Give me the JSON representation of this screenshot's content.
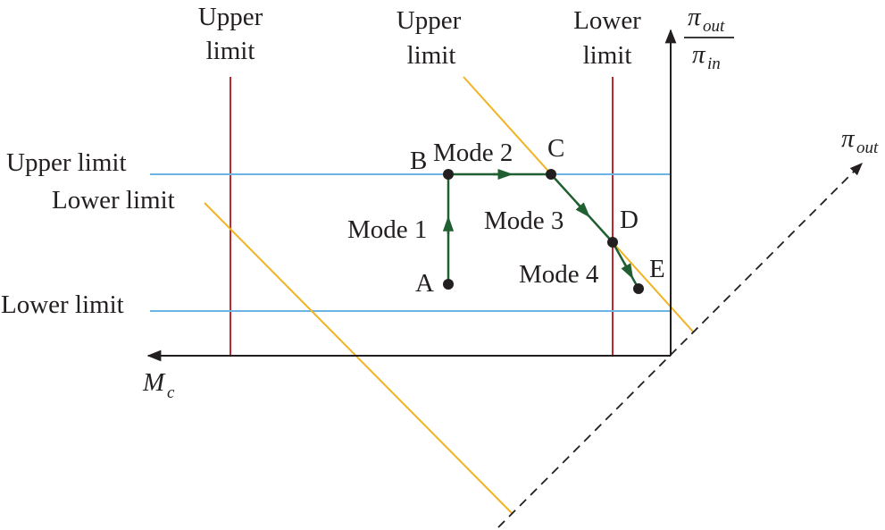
{
  "labels": {
    "upper_word": "Upper",
    "lower_word": "Lower",
    "limit_word": "limit",
    "h_upper_limit": "Upper limit",
    "h_lower_limit": "Lower limit",
    "diag_lower_limit": "Lower limit"
  },
  "axes": {
    "x_symbol": "M",
    "x_sub": "c",
    "y_num_symbol": "π",
    "y_num_sub": "out",
    "y_den_symbol": "π",
    "y_den_sub": "in",
    "z_symbol": "π",
    "z_sub": "out"
  },
  "points": [
    "A",
    "B",
    "C",
    "D",
    "E"
  ],
  "modes": [
    "Mode 1",
    "Mode 2",
    "Mode 3",
    "Mode 4"
  ],
  "colors": {
    "axis": "#231f20",
    "red_limit": "#c0272d",
    "blue_limit": "#6cb4e4",
    "orange_limit": "#f0b323",
    "path_green": "#1f5f32",
    "point_fill": "#231f20"
  }
}
